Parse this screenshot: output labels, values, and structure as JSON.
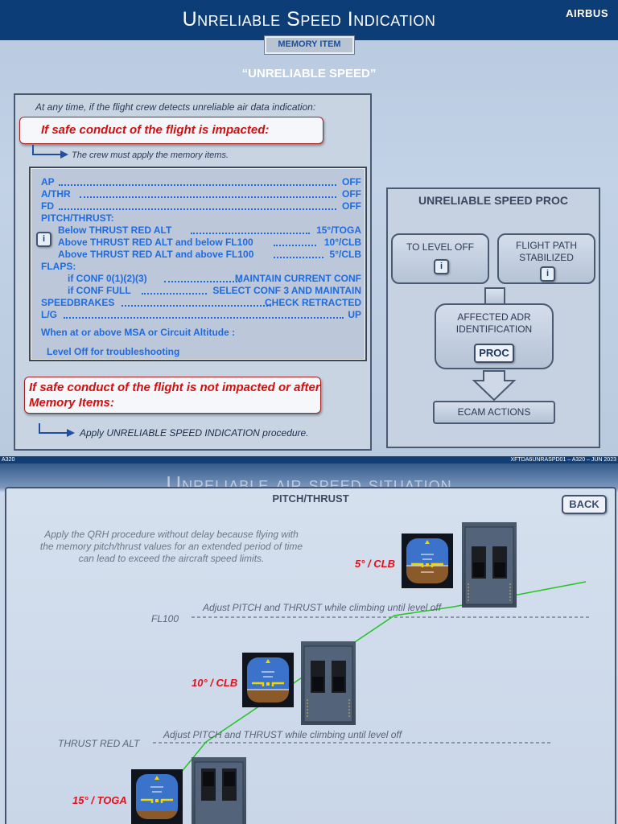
{
  "slide1": {
    "title": "Unreliable Speed Indication",
    "brand": "AIRBUS",
    "memory_tag": "MEMORY ITEM",
    "subtitle": "“UNRELIABLE SPEED”",
    "intro": "At any time, if the flight crew detects unreliable air data indication:",
    "impacted": "If safe conduct of the flight is impacted:",
    "crew_memory": "The crew must apply the memory items.",
    "memory_items": [
      {
        "label": "AP",
        "value": "OFF"
      },
      {
        "label": "A/THR",
        "value": "OFF"
      },
      {
        "label": "FD",
        "value": "OFF"
      },
      {
        "label": "PITCH/THRUST:",
        "value": ""
      },
      {
        "label": "Below THRUST RED ALT",
        "value": "15°/TOGA"
      },
      {
        "label": "Above THRUST RED ALT and below FL100",
        "value": "10°/CLB"
      },
      {
        "label": "Above THRUST RED ALT and above FL100",
        "value": "5°/CLB"
      },
      {
        "label": "FLAPS:",
        "value": ""
      },
      {
        "label": "if CONF 0(1)(2)(3)",
        "value": "MAINTAIN CURRENT CONF"
      },
      {
        "label": "if CONF FULL",
        "value": "SELECT CONF 3 AND MAINTAIN"
      },
      {
        "label": "SPEEDBRAKES",
        "value": "CHECK RETRACTED"
      },
      {
        "label": "L/G",
        "value": "UP"
      },
      {
        "label": "When at or above MSA or Circuit Altitude :",
        "value": ""
      },
      {
        "label": "Level Off for troubleshooting",
        "value": ""
      }
    ],
    "info_icon": "i",
    "not_impacted": "If safe conduct of the flight is not impacted or after Memory Items:",
    "apply_proc": "Apply UNRELIABLE SPEED INDICATION procedure.",
    "proc_panel": {
      "title": "UNRELIABLE SPEED PROC",
      "to_level_off": "TO LEVEL OFF",
      "flight_path": "FLIGHT PATH STABILIZED",
      "affected_adr": "AFFECTED ADR IDENTIFICATION",
      "proc_button": "PROC",
      "ecam": "ECAM ACTIONS"
    },
    "footer_left": "A320",
    "footer_right": "XFTDA6UNRASPD01 – A320 – JUN 2023"
  },
  "slide2": {
    "ghost_title": "Unreliable air speed situation",
    "title": "PITCH/THRUST",
    "back": "BACK",
    "note": "Apply the QRH procedure without delay because flying with the memory pitch/thrust values for an extended period of time can lead to exceed the aircraft speed limits.",
    "fl100": "FL100",
    "thrust_red_alt": "THRUST RED ALT",
    "adjust_upper": "Adjust PITCH and THRUST while climbing until level off",
    "adjust_lower": "Adjust PITCH and THRUST while climbing until level off",
    "pitch_5": "5° / CLB",
    "pitch_10": "10° / CLB",
    "pitch_15": "15° / TOGA"
  },
  "colors": {
    "header_blue": "#0d3d77",
    "item_blue": "#1f6be0",
    "warning_red": "#d10f0f",
    "climb_green": "#22c422"
  }
}
